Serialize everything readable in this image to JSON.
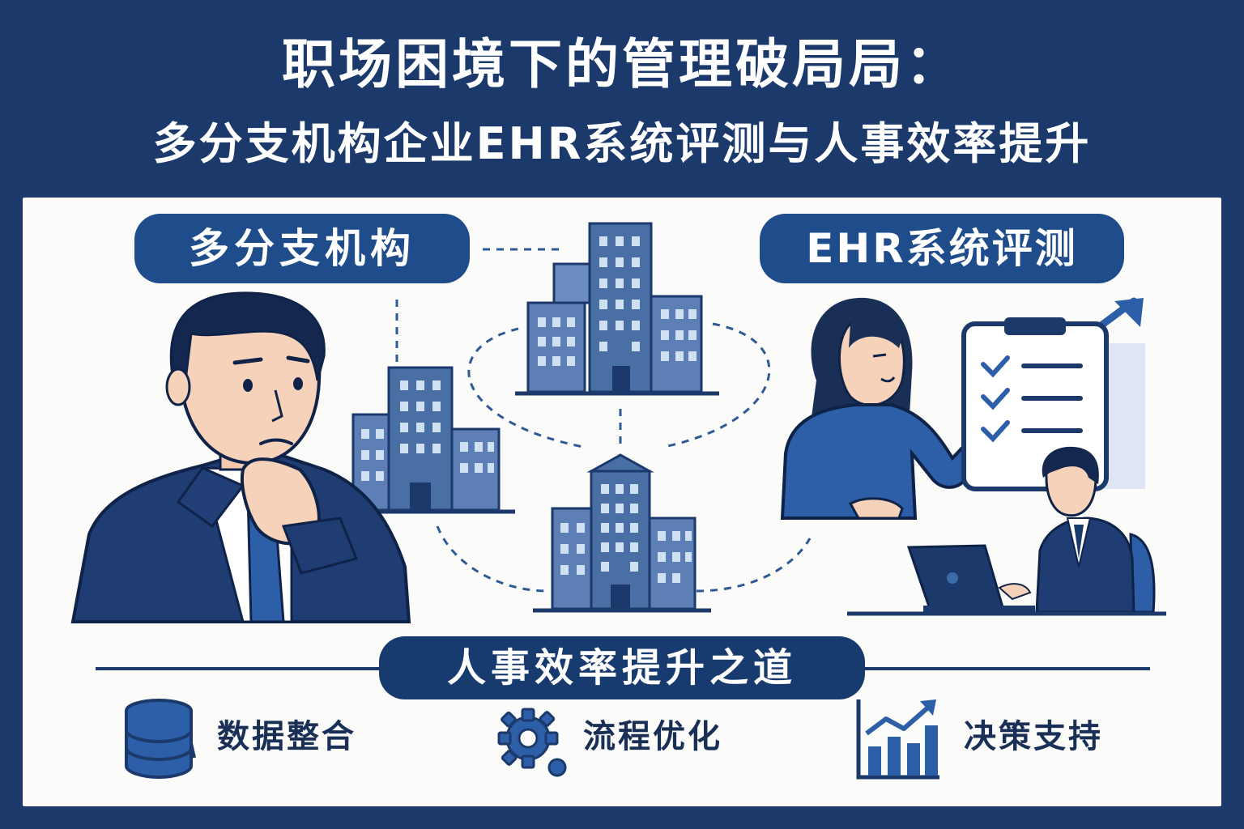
{
  "header": {
    "title_line_1": "职场困境下的管理破局局：",
    "title_line_2": "多分支机构企业EHR系统评测与人事效率提升"
  },
  "labels": {
    "branches": "多分支机构",
    "ehr_review": "EHR系统评测",
    "efficiency_path": "人事效率提升之道"
  },
  "features": [
    {
      "label": "数据整合",
      "icon": "database-icon"
    },
    {
      "label": "流程优化",
      "icon": "gear-icon"
    },
    {
      "label": "决策支持",
      "icon": "bar-chart-icon"
    }
  ],
  "colors": {
    "navy": "#1b3a6b",
    "primary_blue": "#1f4d8c",
    "building_blue": "#4a6fa5",
    "panel_bg": "#fbfbf9"
  }
}
